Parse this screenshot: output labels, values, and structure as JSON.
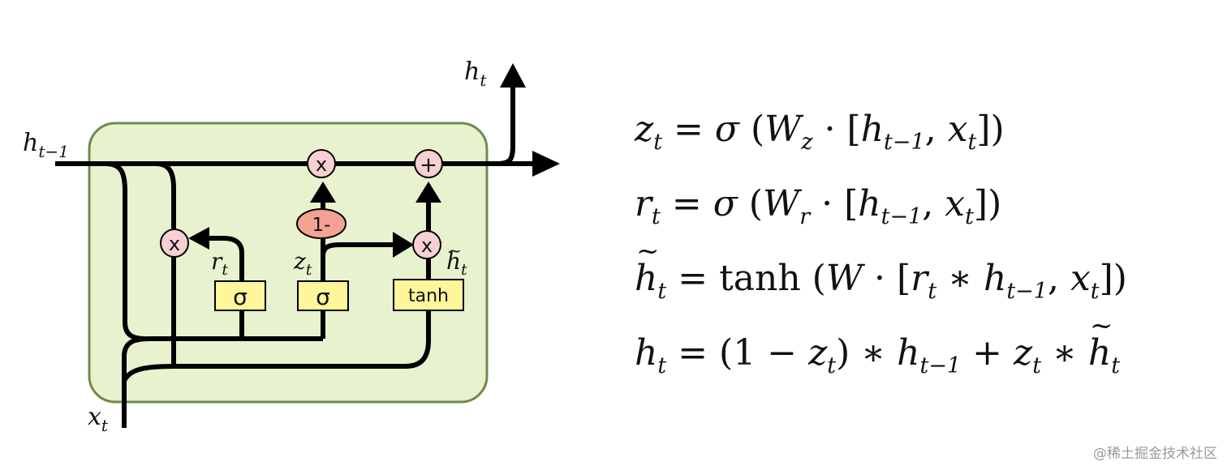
{
  "diagram": {
    "labels": {
      "h_prev": "t−1",
      "h_out": "t",
      "x_in": "t",
      "r_gate": "t",
      "z_gate": "t",
      "h_tilde": "t"
    },
    "gates": {
      "sigma_r": "σ",
      "sigma_z": "σ",
      "tanh": "tanh"
    },
    "ops": {
      "mult_top": "x",
      "add_top": "+",
      "mult_reset": "x",
      "mult_cand": "x",
      "one_minus": "1-"
    },
    "colors": {
      "cell_fill": "#e8f2cf",
      "cell_border": "#6f8a4d",
      "gate_fill": "#fff59a",
      "op_fill": "#f8cfd2",
      "one_minus_fill": "#f2a394"
    }
  },
  "equations": [
    {
      "lhs_var": "z",
      "lhs_sub": "t",
      "weight_sub": "z"
    },
    {
      "lhs_var": "r",
      "lhs_sub": "t",
      "weight_sub": "r"
    },
    {
      "lhs_var": "h",
      "lhs_sub": "t",
      "func": "tanh"
    },
    {
      "lhs_var": "h",
      "lhs_sub": "t"
    }
  ],
  "watermark": "@稀土掘金技术社区"
}
